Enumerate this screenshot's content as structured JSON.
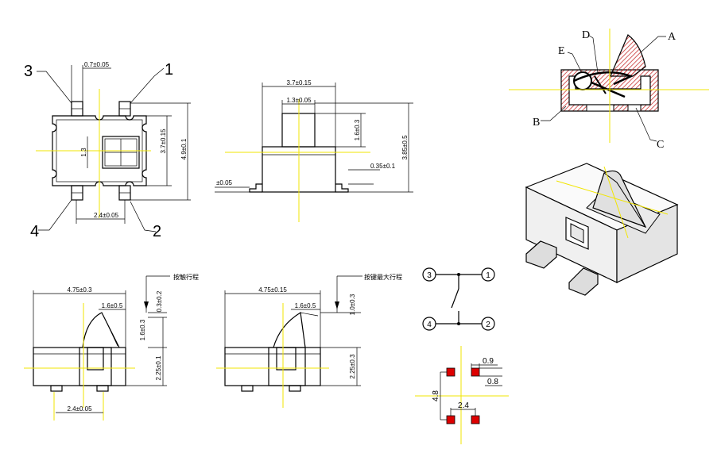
{
  "colors": {
    "centerline": "#f2e600",
    "pad": "#dd0000",
    "hatch": "#c83232"
  },
  "top_view": {
    "pin_labels": [
      "3",
      "1",
      "4",
      "2"
    ],
    "dim_top": "0.7±0.05",
    "dim_side_1": "3.7±0.15",
    "dim_side_2": "4.9±0.1",
    "dim_inner": "1.3",
    "dim_bottom": "2.4±0.05"
  },
  "side_view": {
    "dim_width": "3.7±0.15",
    "dim_stem": "1.3±0.05",
    "dim_stem_height": "1.6±0.3",
    "dim_height": "3.85±0.5",
    "dim_lead": "0.35±0.1",
    "dim_left": "±0.05"
  },
  "section_view": {
    "labels": [
      "A",
      "B",
      "C",
      "D",
      "E"
    ]
  },
  "action_view_1": {
    "note": "按触行程",
    "dim_length": "4.75±0.3",
    "dim_lever": "1.6±0.5",
    "dim_travel": "0.3±0.2",
    "dim_lever_h": "1.6±0.3",
    "dim_body_h": "2.25±0.1",
    "dim_pins": "2.4±0.05"
  },
  "action_view_2": {
    "note": "按键最大行程",
    "dim_length": "4.75±0.15",
    "dim_lever": "1.6±0.5",
    "dim_travel": "1.0±0.3",
    "dim_body_h": "2.25±0.3"
  },
  "schematic": {
    "nodes": [
      "3",
      "1",
      "4",
      "2"
    ]
  },
  "footprint": {
    "dim_pad_w": "0.9",
    "dim_pad_h": "0.8",
    "dim_pitch_v": "4.8",
    "dim_pitch_h": "2.4"
  }
}
